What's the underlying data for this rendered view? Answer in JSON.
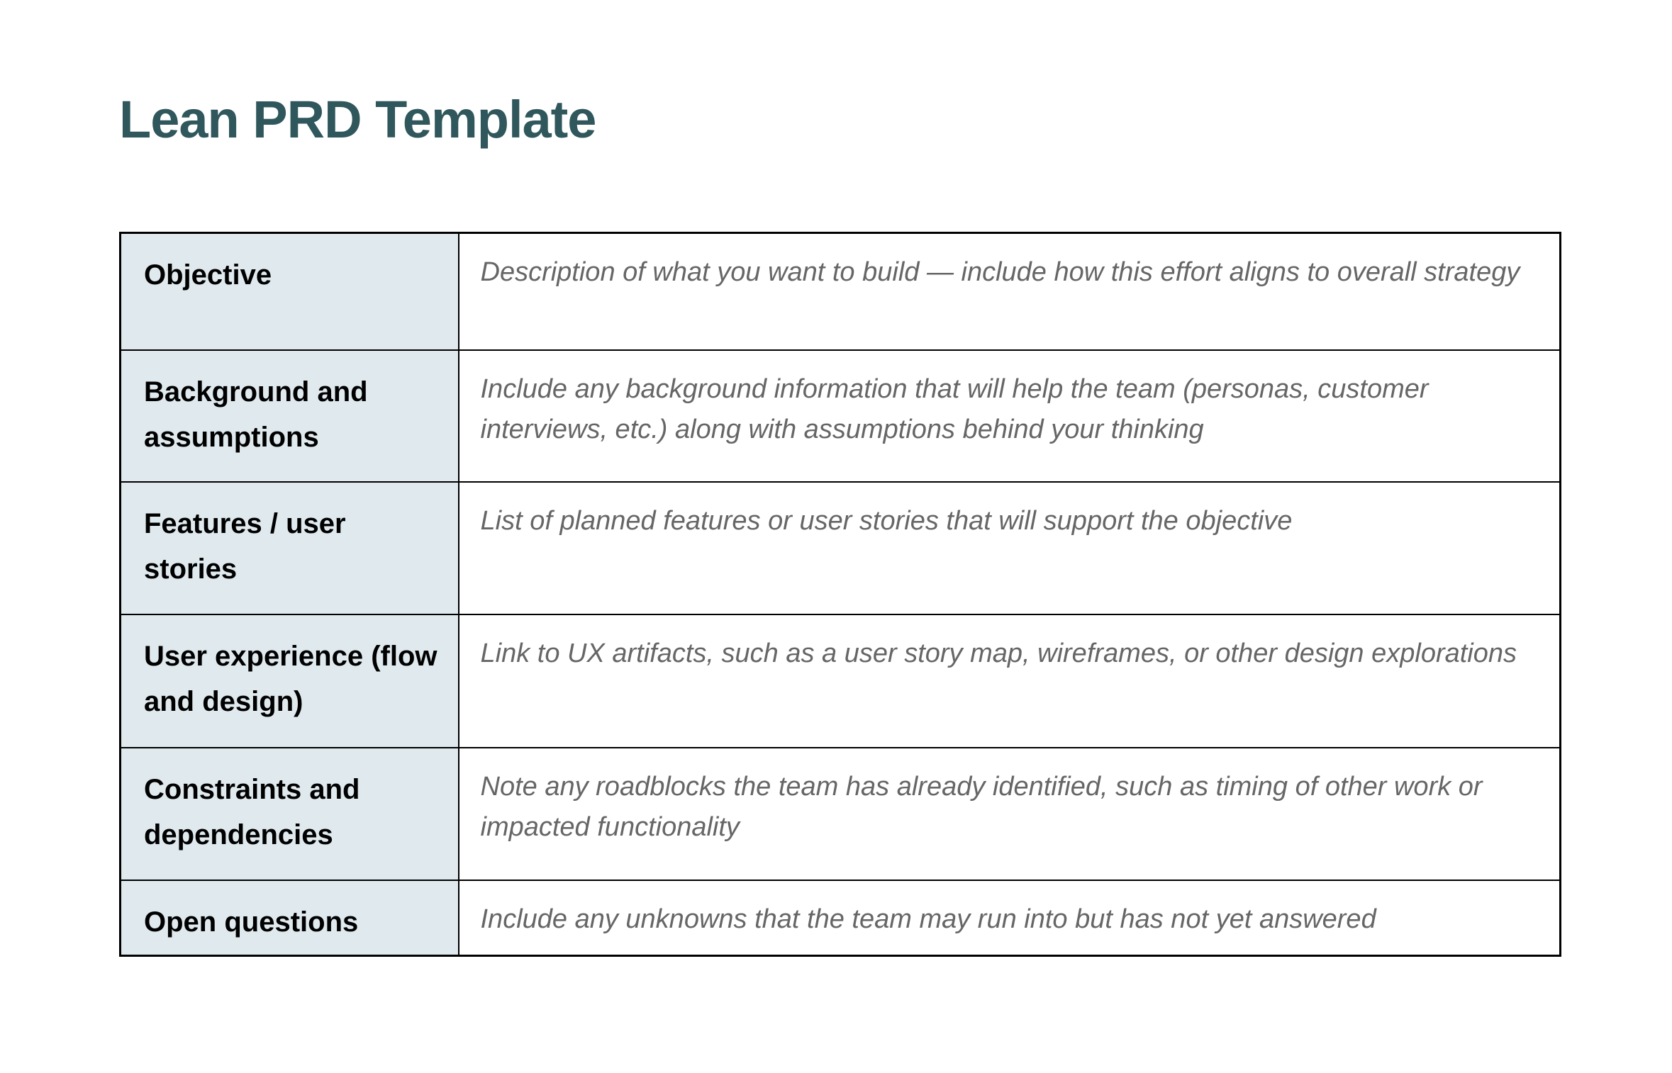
{
  "page": {
    "title": "Lean PRD Template"
  },
  "colors": {
    "title_text": "#2f575c",
    "label_cell_background": "#dfe9ee",
    "table_border": "#000000",
    "label_text": "#000000",
    "description_text": "#666666",
    "page_background": "#ffffff"
  },
  "table": {
    "rows": [
      {
        "label": "Objective",
        "description": "Description of what you want to build — include how this effort aligns to overall strategy"
      },
      {
        "label": "Background and assumptions",
        "description": "Include any background information that will help the team (personas, customer interviews, etc.) along with assumptions behind your thinking"
      },
      {
        "label": "Features / user stories",
        "description": "List of planned features or user stories that will support the objective"
      },
      {
        "label": "User experience (flow and design)",
        "description": "Link to UX artifacts, such as a user story map, wireframes, or other design explorations"
      },
      {
        "label": "Constraints and dependencies",
        "description": "Note any roadblocks the team has already identified, such as timing of other work or impacted functionality"
      },
      {
        "label": "Open questions",
        "description": "Include any unknowns that the team may run into but has not yet answered"
      }
    ]
  }
}
